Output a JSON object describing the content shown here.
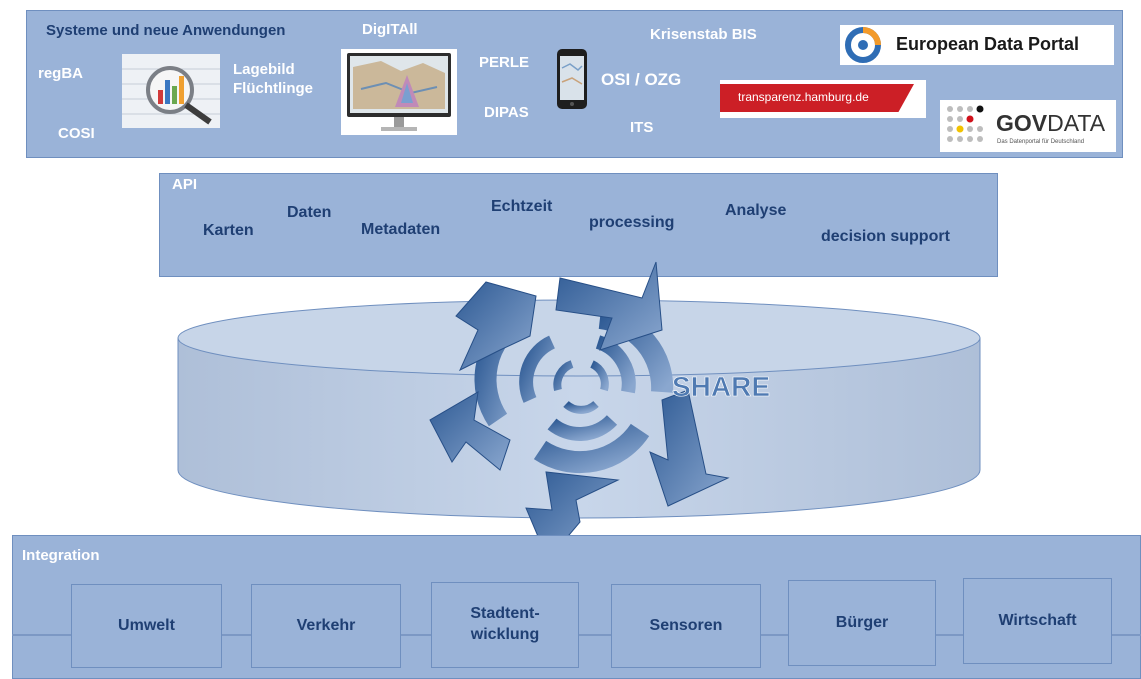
{
  "top": {
    "heading": "Systeme und neue Anwendungen",
    "regba": "regBA",
    "cosi": "COSI",
    "lagebild": "Lagebild\nFlüchtlinge",
    "digitall": "DigITAll",
    "perle": "PERLE",
    "dipas": "DIPAS",
    "krisenstab": "Krisenstab BIS",
    "osi_ozg": "OSI / OZG",
    "its": "ITS",
    "transparenz": "transparenz.hamburg.de",
    "edp": "European Data Portal",
    "govdata_gov": "GOV",
    "govdata_data": "DATA",
    "govdata_tagline": "Das Datenportal für Deutschland"
  },
  "api": {
    "title": "API",
    "items": [
      "Karten",
      "Daten",
      "Metadaten",
      "Echtzeit",
      "processing",
      "Analyse",
      "decision support"
    ]
  },
  "share": {
    "label": "SHARE"
  },
  "integration": {
    "title": "Integration",
    "modules": [
      "Umwelt",
      "Verkehr",
      "Stadtent-\nwicklung",
      "Sensoren",
      "Bürger",
      "Wirtschaft"
    ]
  },
  "colors": {
    "panel": "#9ab3d8",
    "navy_text": "#1f3f73",
    "cylinder": "#c0d0e6",
    "arrow": "#3f679f",
    "transparenz_bg": "#cc1f26"
  }
}
